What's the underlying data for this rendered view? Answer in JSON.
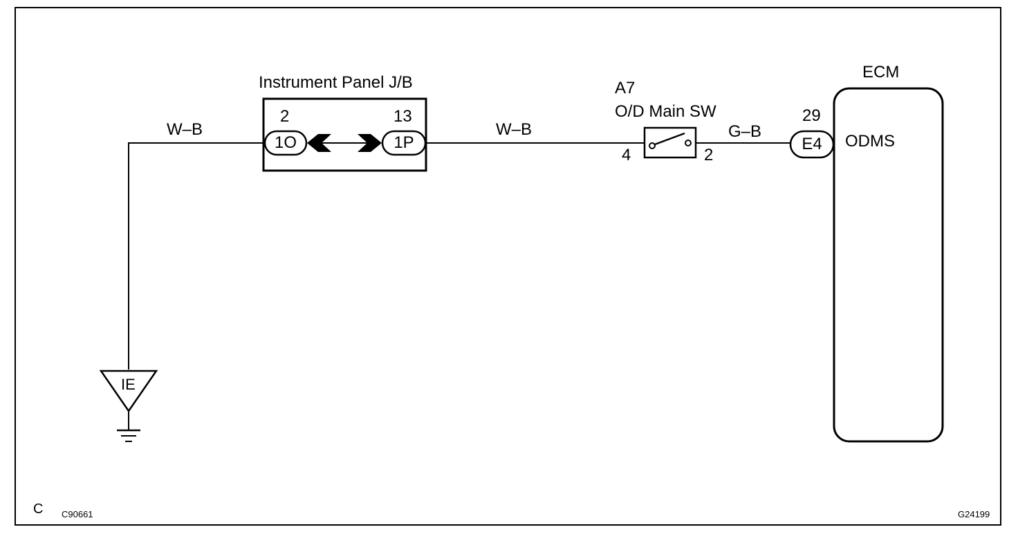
{
  "junction_block": {
    "title": "Instrument Panel J/B",
    "left_pin": "2",
    "left_connector": "1O",
    "right_pin": "13",
    "right_connector": "1P"
  },
  "switch": {
    "code": "A7",
    "name": "O/D Main SW",
    "pin_in": "4",
    "pin_out": "2"
  },
  "ecm": {
    "title": "ECM",
    "pin": "29",
    "connector": "E4",
    "terminal": "ODMS"
  },
  "wires": {
    "ground_to_jb": "W–B",
    "jb_to_switch": "W–B",
    "switch_to_ecm": "G–B"
  },
  "ground": {
    "label": "IE"
  },
  "footer": {
    "left_mark": "C",
    "left_code": "C90661",
    "right_code": "G24199"
  }
}
